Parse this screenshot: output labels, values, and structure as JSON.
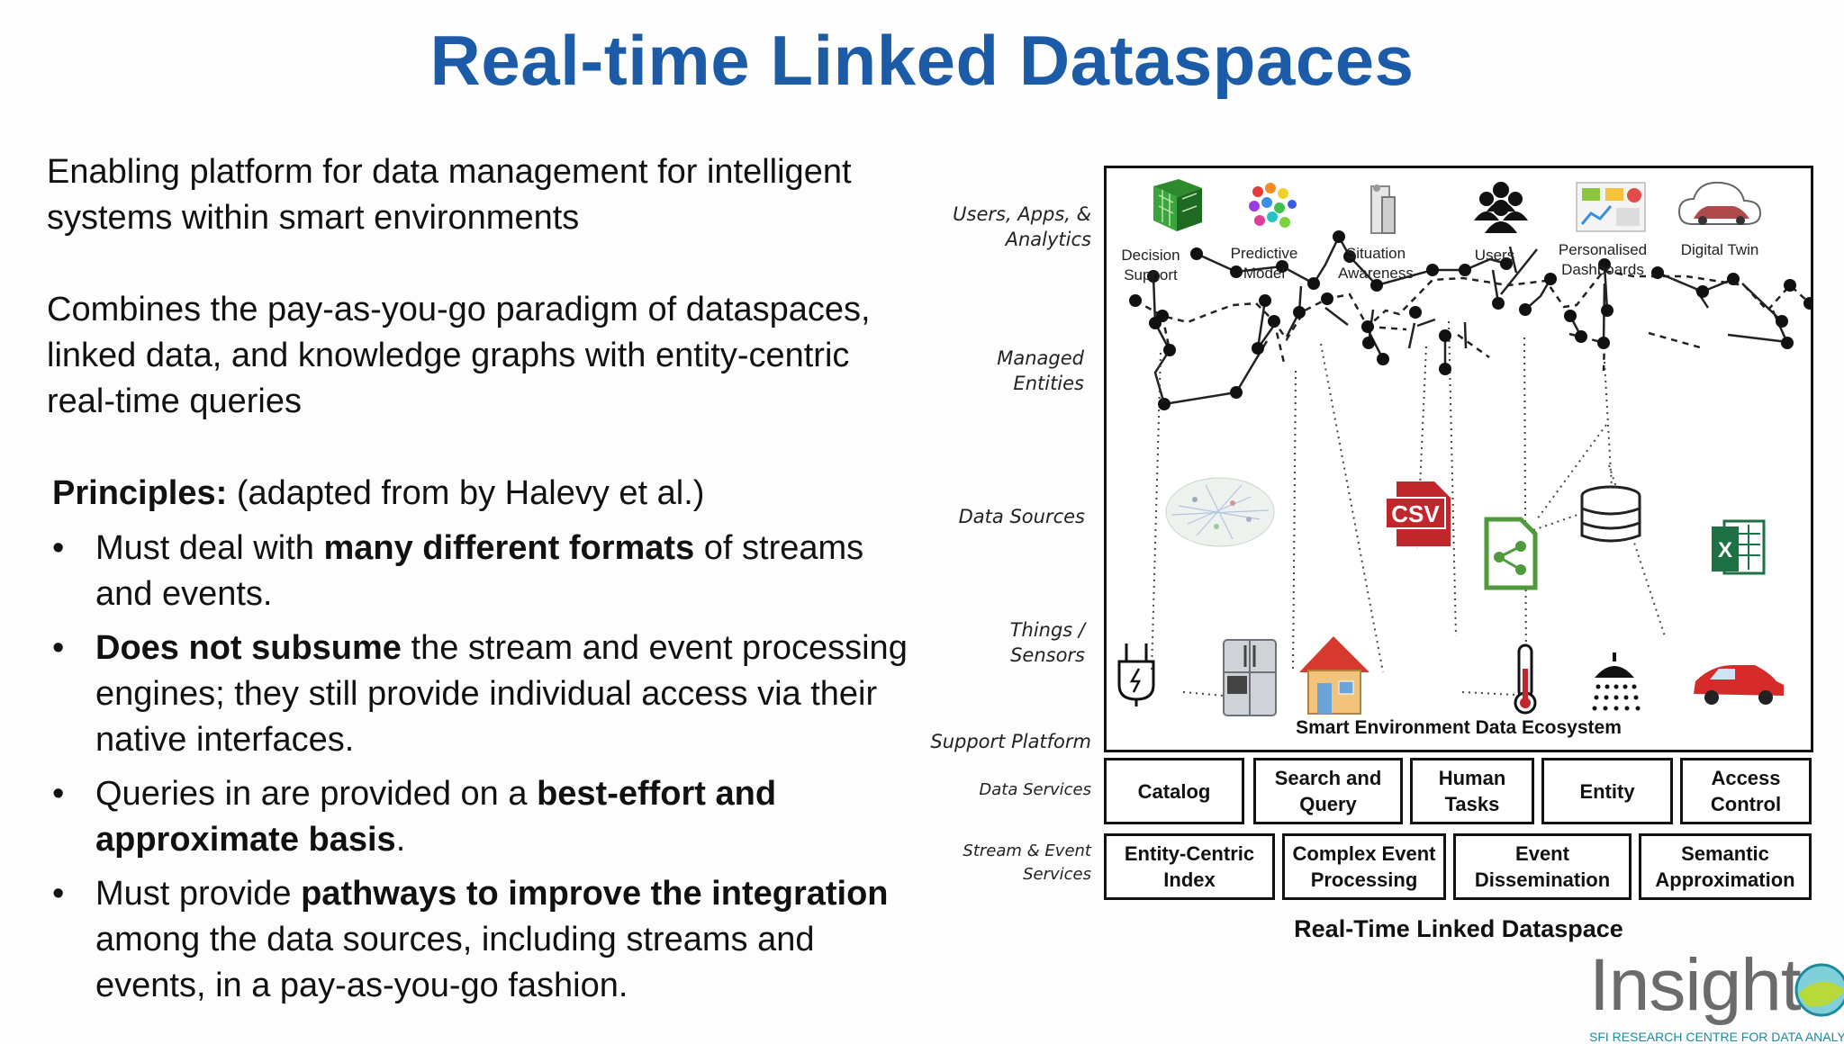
{
  "slide": {
    "title": "Real-time Linked Dataspaces",
    "intro_1": "Enabling platform for data management for intelligent systems within smart environments",
    "intro_2": "Combines the pay-as-you-go paradigm of dataspaces, linked data, and knowledge graphs with entity-centric real-time queries",
    "principles_label": "Principles:",
    "principles_rest": " (adapted from by Halevy et al.)",
    "bullets": [
      {
        "pre": "Must deal with ",
        "bold": "many different formats",
        "post": " of streams and events."
      },
      {
        "pre": "",
        "bold": "Does not subsume",
        "post": " the stream and event processing engines; they still provide individual access via their native interfaces."
      },
      {
        "pre": "Queries in are provided on a ",
        "bold": "best-effort and approximate basis",
        "post": "."
      },
      {
        "pre": "Must provide ",
        "bold": "pathways to improve the integration",
        "post": " among the data sources, including streams and events, in a pay-as-you-go fashion."
      }
    ],
    "bullet_char": "•"
  },
  "diagram": {
    "layers": {
      "users": "Users, Apps, & Analytics",
      "entities": "Managed Entities",
      "sources": "Data Sources",
      "things": "Things / Sensors",
      "platform": "Support Platform",
      "data_services": "Data Services",
      "stream_services": "Stream & Event Services"
    },
    "apps": [
      {
        "label": "Decision Support",
        "icon": "decision-support-icon"
      },
      {
        "label": "Predictive Model",
        "icon": "predictive-model-icon"
      },
      {
        "label": "Situation Awareness",
        "icon": "situation-awareness-icon"
      },
      {
        "label": "Users",
        "icon": "users-icon"
      },
      {
        "label": "Personalised Dashboards",
        "icon": "dashboards-icon"
      },
      {
        "label": "Digital Twin",
        "icon": "digital-twin-icon"
      }
    ],
    "csv_text": "CSV",
    "excel_text": "X",
    "ecosystem_label": "Smart Environment Data Ecosystem",
    "data_services": [
      "Catalog",
      "Search and Query",
      "Human Tasks",
      "Entity",
      "Access Control"
    ],
    "stream_services": [
      "Entity-Centric Index",
      "Complex Event Processing",
      "Event Dissemination",
      "Semantic Approximation"
    ],
    "caption": "Real-Time Linked Dataspace"
  },
  "logo": {
    "word": "Insight",
    "tagline": "SFI RESEARCH CENTRE FOR DATA ANALYTICS"
  },
  "colors": {
    "title": "#1b5ba8",
    "csv_red": "#c0272d",
    "share_green": "#4f9a3a",
    "excel_green": "#1e7145",
    "logo_teal": "#1f8a9e"
  }
}
